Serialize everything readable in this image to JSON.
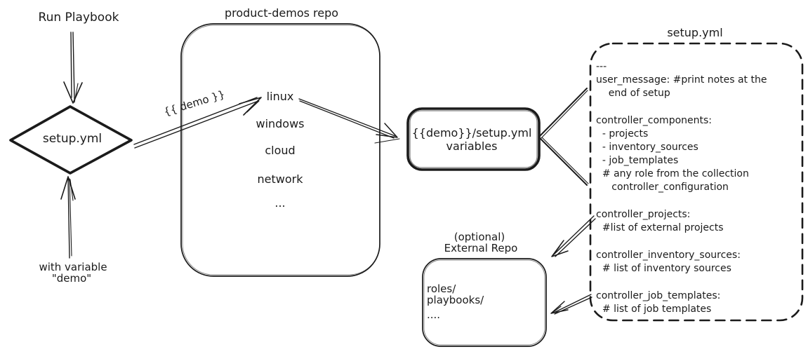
{
  "flow": {
    "run_playbook_label": "Run Playbook",
    "with_variable_line1": "with variable",
    "with_variable_line2": "\"demo\"",
    "demo_annotation": "{{ demo }}"
  },
  "diamond": {
    "label": "setup.yml"
  },
  "repo": {
    "title": "product-demos repo",
    "items": [
      "linux",
      "windows",
      "cloud",
      "network",
      "..."
    ]
  },
  "variables_box": {
    "lines": [
      "{{demo}}/setup.yml",
      "variables"
    ]
  },
  "setup_file": {
    "title": "setup.yml",
    "stanzas": [
      [
        "---",
        "user_message: #print notes at the",
        "    end of setup"
      ],
      [
        "controller_components:",
        "  - projects",
        "  - inventory_sources",
        "  - job_templates",
        "  # any role from the collection",
        "     controller_configuration"
      ],
      [
        "controller_projects:",
        "  #list of external projects"
      ],
      [
        "controller_inventory_sources:",
        "  # list of inventory sources"
      ],
      [
        "controller_job_templates:",
        "  # list of job templates"
      ]
    ]
  },
  "external_repo": {
    "title_line1": "(optional)",
    "title_line2": "External Repo",
    "items": [
      "roles/",
      "playbooks/",
      "...."
    ]
  },
  "colors": {
    "ink": "#1b1b1b",
    "background": "#ffffff"
  }
}
